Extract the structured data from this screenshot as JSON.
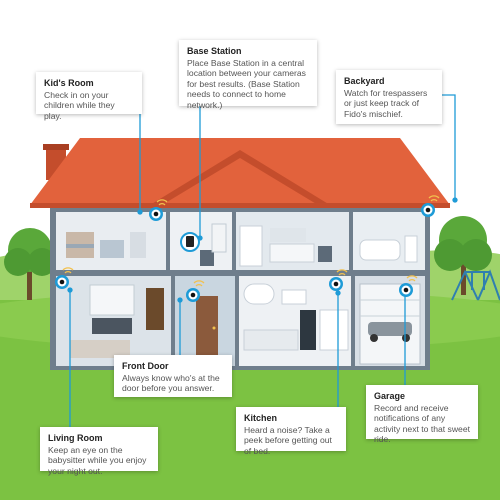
{
  "callouts": {
    "kids_room": {
      "title": "Kid's Room",
      "body": "Check in on your children while they play."
    },
    "base_station": {
      "title": "Base Station",
      "body": "Place Base Station in a central location between your cameras for best results. (Base Station needs to connect to home network.)"
    },
    "backyard": {
      "title": "Backyard",
      "body": "Watch for trespassers or just keep track of Fido's mischief."
    },
    "front_door": {
      "title": "Front Door",
      "body": "Always know who's at the door before you answer."
    },
    "garage": {
      "title": "Garage",
      "body": "Record and receive notifications of any activity next to that sweet ride."
    },
    "kitchen": {
      "title": "Kitchen",
      "body": "Heard a noise? Take a peek before getting out of bed."
    },
    "living_room": {
      "title": "Living Room",
      "body": "Keep an eye on the babysitter while you enjoy your night out."
    }
  },
  "colors": {
    "roof": "#e2623c",
    "roof_dark": "#c44d2c",
    "wall": "#7d8b99",
    "room": "#e8edf1",
    "grass": "#7cc242",
    "callout_line": "#1e9bd7",
    "camera_body": "#1e9bd7"
  },
  "icons": {
    "camera": "camera-icon",
    "wifi": "wifi-signal-icon",
    "base_station": "base-station-icon"
  }
}
